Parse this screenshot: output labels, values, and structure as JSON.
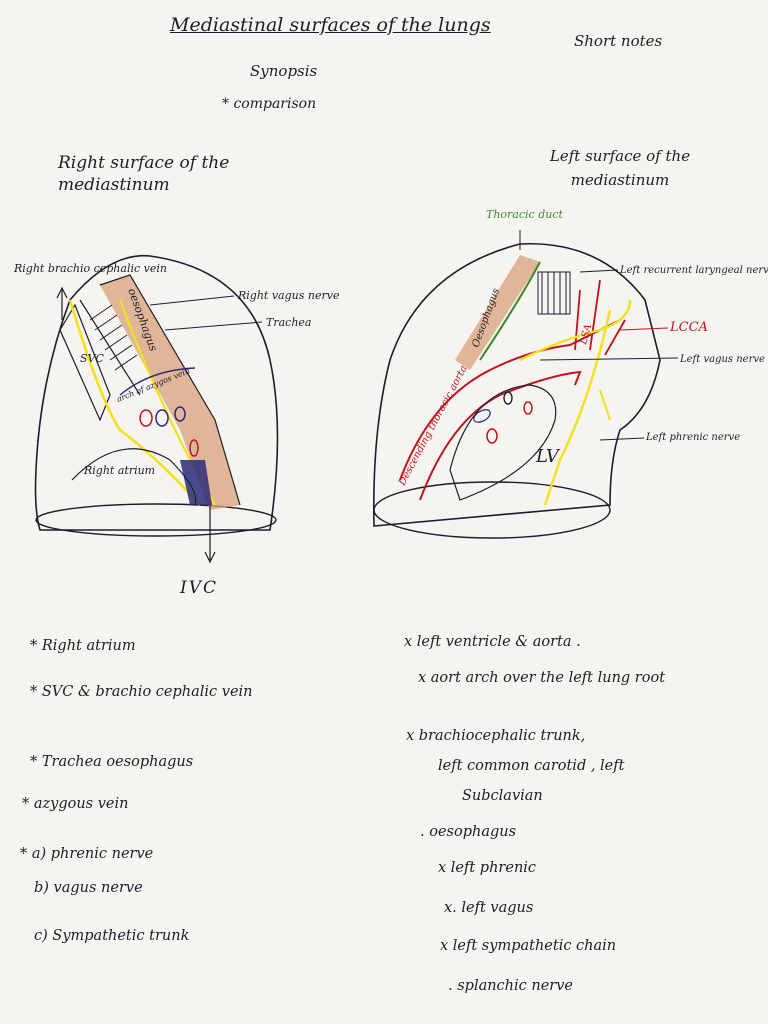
{
  "header": {
    "title": "Mediastinal surfaces of the lungs",
    "short_notes": "Short notes",
    "synopsis": "Synopsis",
    "comparison": "* comparison"
  },
  "right_diagram": {
    "heading": "Right surface of the mediastinum",
    "labels": {
      "brachiocephalic": "Right brachio cephalic vein",
      "vagus": "Right vagus nerve",
      "trachea": "Trachea",
      "oesophagus": "oesophagus",
      "svc": "SVC",
      "azygos": "arch of azygos vein",
      "atrium": "Right atrium",
      "ivc": "IVC"
    }
  },
  "left_diagram": {
    "heading": "Left surface of the mediastinum",
    "labels": {
      "thoracic_duct": "Thoracic duct",
      "recurrent": "Left recurrent laryngeal nerve",
      "lcca": "LCCA",
      "lsa": "LSA",
      "vagus": "Left vagus nerve",
      "phrenic": "Left phrenic nerve",
      "oesophagus": "Oesophagus",
      "aorta": "Descending thoracic aorta",
      "lv": "LV"
    }
  },
  "right_list": [
    "* Right atrium",
    "* SVC & brachio cephalic vein",
    "* Trachea oesophagus",
    "* azygous vein",
    "* a) phrenic nerve",
    "b) vagus nerve",
    "c) Sympathetic trunk"
  ],
  "left_list": [
    "x left ventricle & aorta .",
    "x aort arch over the left lung root",
    "x brachiocephalic trunk,",
    "left common carotid , left",
    "Subclavian",
    ". oesophagus",
    "x left phrenic",
    "x. left vagus",
    "x left sympathetic chain",
    ". splanchic nerve"
  ],
  "colors": {
    "ink": "#1d1d2a",
    "yellow_nerve": "#f2e21a",
    "red_vessel": "#c0141c",
    "brown_oesophagus": "#b86a3a",
    "green_duct": "#3a8a2a",
    "purple_vein": "#2a2a7a"
  }
}
